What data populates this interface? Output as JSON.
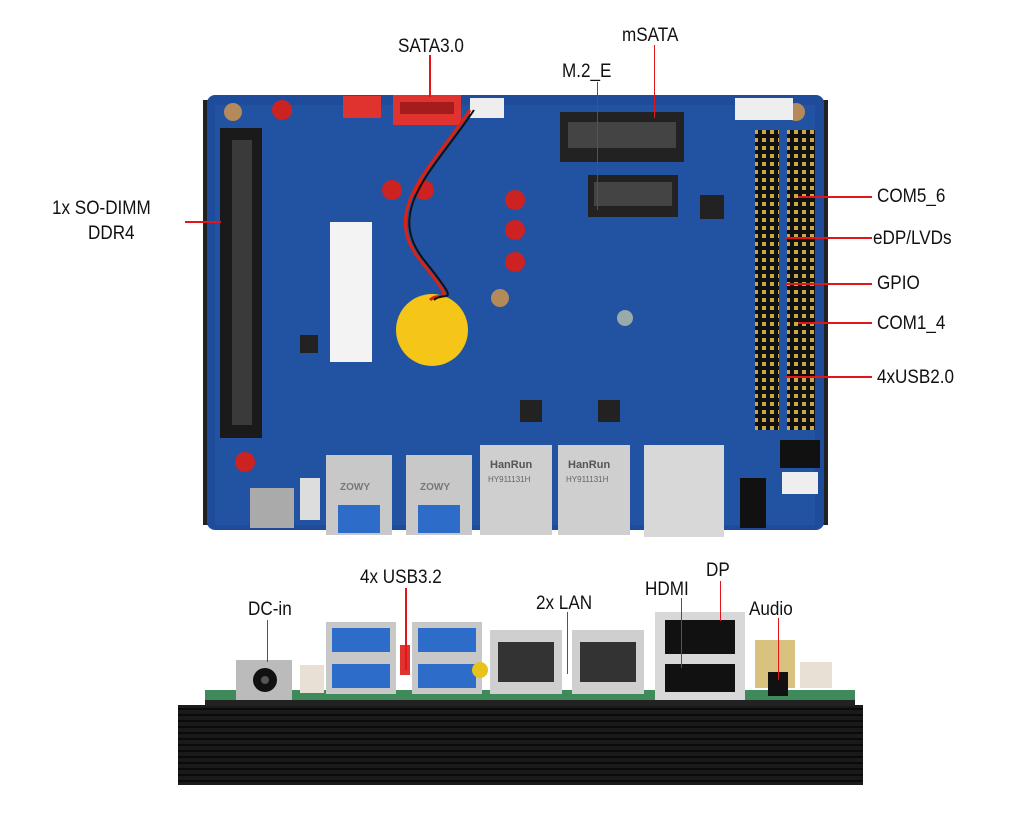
{
  "colors": {
    "callout_line": "#e3151a",
    "board": "#1f4c9a",
    "heatsink": "#111111"
  },
  "top_view": {
    "labels": {
      "sata": "SATA3.0",
      "msata": "mSATA",
      "m2e": "M.2_E",
      "sodimm_line1": "1x SO-DIMM",
      "sodimm_line2": "DDR4",
      "com56": "COM5_6",
      "edp": "eDP/LVDs",
      "gpio": "GPIO",
      "com14": "COM1_4",
      "usb20": "4xUSB2.0"
    },
    "component_markings": [
      "HanRun",
      "HanRun",
      "HY911131H",
      "HY911131H",
      "ZOWY",
      "ZOWY"
    ]
  },
  "front_view": {
    "labels": {
      "dcin": "DC-in",
      "usb32": "4x USB3.2",
      "lan": "2x LAN",
      "hdmi": "HDMI",
      "dp": "DP",
      "audio": "Audio"
    }
  }
}
